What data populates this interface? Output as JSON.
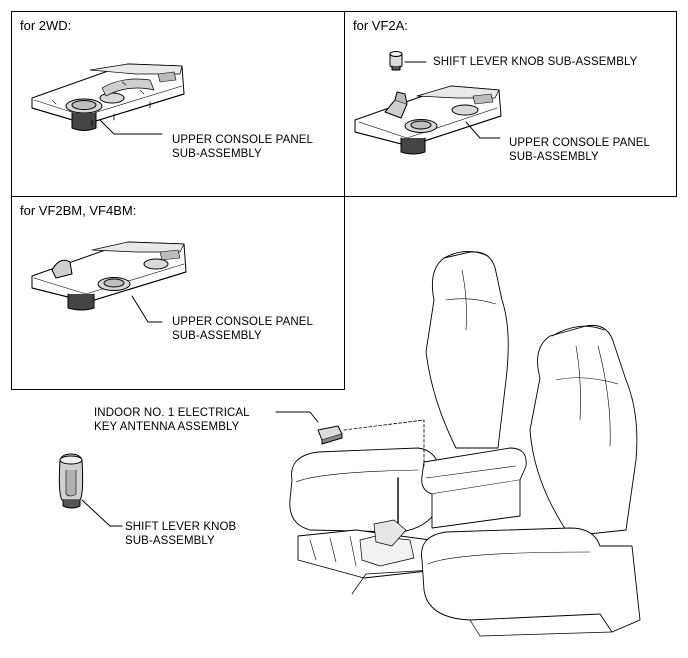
{
  "panels": {
    "p2wd": {
      "title": "for 2WD:",
      "label1": "UPPER CONSOLE PANEL",
      "label2": "SUB-ASSEMBLY"
    },
    "vf2a": {
      "title": "for VF2A:",
      "knob_label": "SHIFT LEVER KNOB SUB-ASSEMBLY",
      "label1": "UPPER CONSOLE PANEL",
      "label2": "SUB-ASSEMBLY"
    },
    "vf2bm": {
      "title": "for VF2BM, VF4BM:",
      "label1": "UPPER CONSOLE PANEL",
      "label2": "SUB-ASSEMBLY"
    }
  },
  "main": {
    "antenna_label1": "INDOOR NO. 1 ELECTRICAL",
    "antenna_label2": "KEY ANTENNA ASSEMBLY",
    "knob_label1": "SHIFT LEVER KNOB",
    "knob_label2": "SUB-ASSEMBLY"
  }
}
